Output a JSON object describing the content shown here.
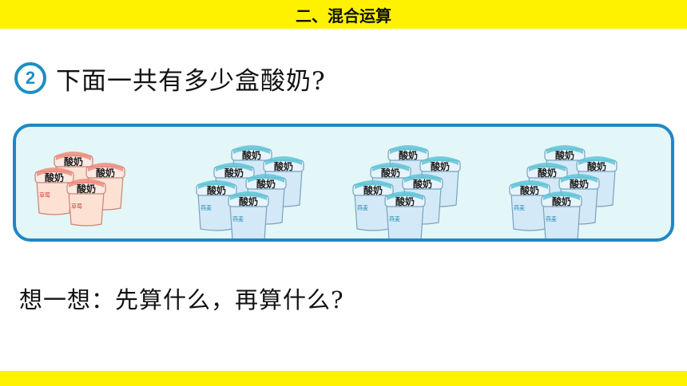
{
  "header": {
    "section_title": "二、混合运算"
  },
  "question": {
    "number": "2",
    "text": "下面一共有多少盒酸奶?"
  },
  "yogurt_groups": [
    {
      "flavor": "pink",
      "label": "酸奶",
      "lid_label": "草莓",
      "count": 4,
      "colors": {
        "body": "#fde2d4",
        "lid": "#fbe9e4",
        "top": "#ee8c7c",
        "edge": "#c98474"
      }
    },
    {
      "flavor": "blue",
      "label": "酸奶",
      "lid_label": "燕麦",
      "count": 6,
      "colors": {
        "body": "#d3e9f8",
        "lid": "#e8f4fb",
        "top": "#5fc4d6",
        "edge": "#7aa2bd"
      }
    },
    {
      "flavor": "blue",
      "label": "酸奶",
      "lid_label": "燕麦",
      "count": 6,
      "colors": {
        "body": "#d3e9f8",
        "lid": "#e8f4fb",
        "top": "#5fc4d6",
        "edge": "#7aa2bd"
      }
    },
    {
      "flavor": "blue",
      "label": "酸奶",
      "lid_label": "燕麦",
      "count": 6,
      "colors": {
        "body": "#d3e9f8",
        "lid": "#e8f4fb",
        "top": "#5fc4d6",
        "edge": "#7aa2bd"
      }
    }
  ],
  "prompt": {
    "text": "想一想：先算什么，再算什么?"
  },
  "colors": {
    "bar": "#fff200",
    "accent": "#1b8fc0",
    "panel_border": "#1f87c6",
    "panel_bg": "#e3f6f8"
  }
}
